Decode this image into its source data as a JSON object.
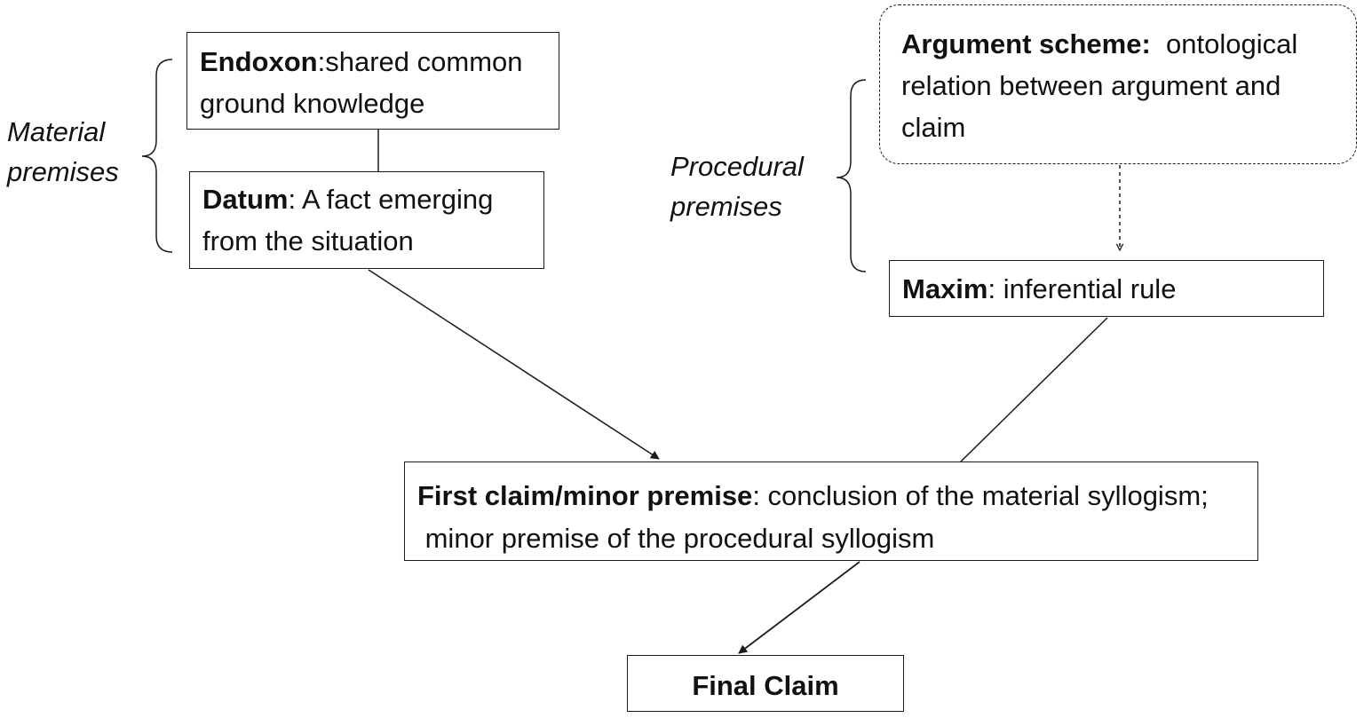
{
  "labels": {
    "material": "Material premises",
    "material_line1": "Material",
    "material_line2": "premises",
    "procedural": "Procedural premises",
    "procedural_line1": "Procedural",
    "procedural_line2": "premises"
  },
  "nodes": {
    "endoxon": {
      "term": "Endoxon",
      "separator": ":",
      "text": "shared common ground knowledge",
      "line1": "shared common",
      "line2": "ground knowledge"
    },
    "datum": {
      "term": "Datum",
      "separator": ": ",
      "text": "A fact emerging from the situation",
      "line1": "A fact emerging",
      "line2": "from the situation"
    },
    "argument_scheme": {
      "term": "Argument scheme:",
      "text": "ontological relation between argument and claim",
      "line1": "ontological",
      "line2": "relation between argument and",
      "line3": "claim"
    },
    "maxim": {
      "term": "Maxim",
      "separator": ": ",
      "text": "inferential rule"
    },
    "first_claim": {
      "term": "First claim/minor premise",
      "separator": ": ",
      "text": "conclusion of the material syllogism; minor premise of the procedural syllogism",
      "line1": "conclusion of the material syllogism;",
      "line2": " minor premise of the procedural syllogism"
    },
    "final_claim": {
      "term": "Final Claim"
    }
  },
  "colors": {
    "line": "#1a1a1a",
    "background": "#ffffff",
    "text": "#111111"
  }
}
